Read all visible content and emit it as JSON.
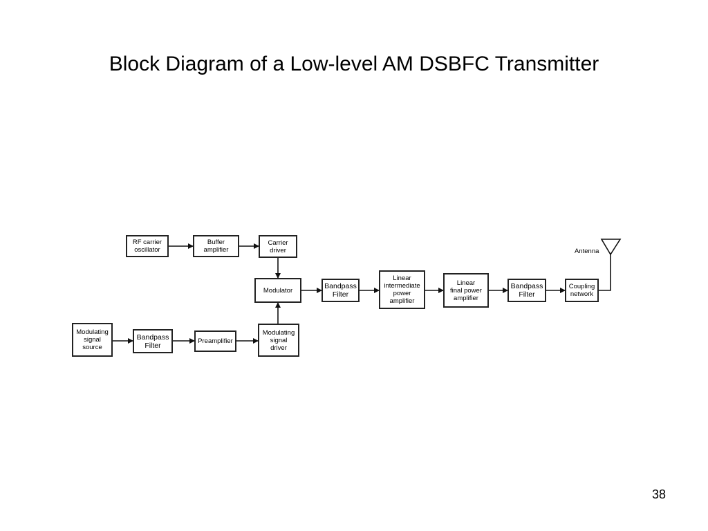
{
  "slide": {
    "title": "Block Diagram of a Low-level AM DSBFC Transmitter",
    "page_number": "38"
  },
  "diagram": {
    "blocks": {
      "rf_carrier_oscillator": "RF carrier\noscillator",
      "buffer_amplifier": "Buffer\namplifier",
      "carrier_driver": "Carrier\ndriver",
      "modulator": "Modulator",
      "bandpass_filter_1": "Bandpass\nFilter",
      "linear_intermediate_amp": "Linear\nintermediate\npower\namplifier",
      "linear_final_amp": "Linear\nfinal power\namplifier",
      "bandpass_filter_2": "Bandpass\nFilter",
      "coupling_network": "Coupling\nnetwork",
      "modulating_signal_source": "Modulating\nsignal\nsource",
      "bandpass_filter_3": "Bandpass\nFilter",
      "preamplifier": "Preamplifier",
      "modulating_signal_driver": "Modulating\nsignal\ndriver"
    },
    "antenna_label": "Antenna"
  }
}
